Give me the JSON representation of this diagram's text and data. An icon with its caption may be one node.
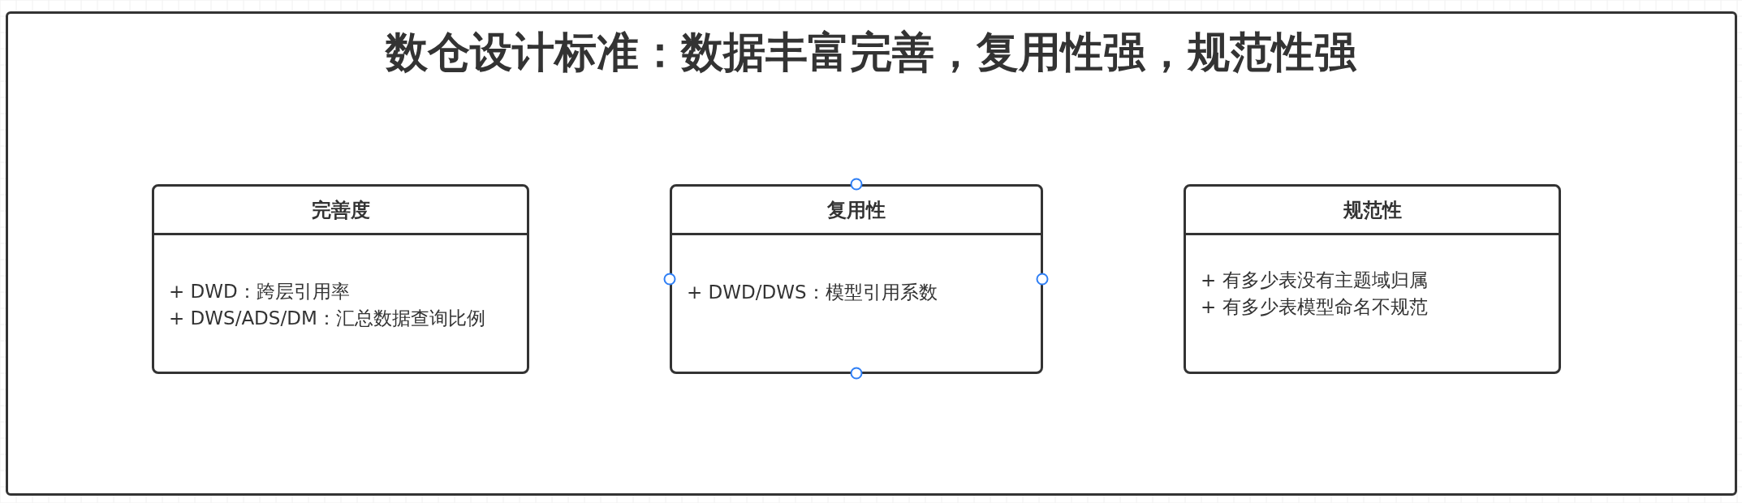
{
  "diagram": {
    "title": "数仓设计标准：数据丰富完善，复用性强，规范性强",
    "nodes": [
      {
        "text": [
          "完善度",
          "+ DWD：跨层引用率",
          "+ DWS/ADS/DM：汇总数据查询比例"
        ]
      },
      {
        "text": [
          "复用性",
          "+ DWD/DWS：模型引用系数"
        ]
      },
      {
        "text": [
          "规范性",
          "+ 有多少表没有主题域归属",
          "+ 有多少表模型命名不规范"
        ]
      }
    ]
  }
}
